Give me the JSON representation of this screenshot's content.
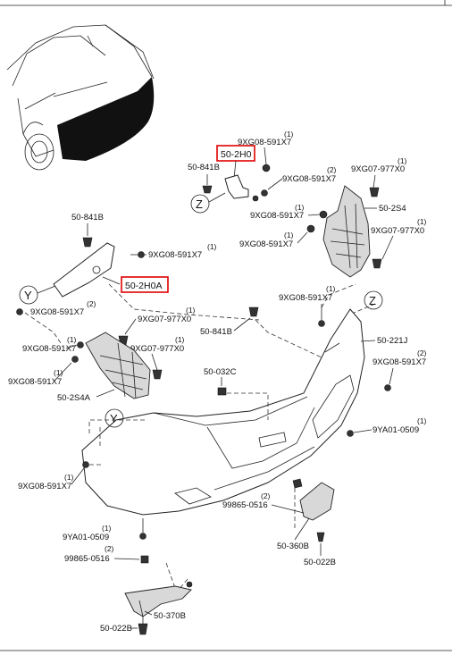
{
  "callouts": {
    "bracket_center": {
      "code": "50-2H0",
      "color": "#e00000"
    },
    "bracket_left": {
      "code": "50-2H0A",
      "color": "#e00000"
    }
  },
  "labels": {
    "xg591_top": "9XG08-591X7",
    "xg591_top_q": "(1)",
    "s841_top": "50-841B",
    "xg591_mid": "9XG08-591X7",
    "xg591_mid_q": "(2)",
    "xg977_right": "9XG07-977X0",
    "xg977_right_q": "(1)",
    "s2s4": "50-2S4",
    "xg591_r2": "9XG08-591X7",
    "xg591_r2_q": "(1)",
    "xg977_right2": "9XG07-977X0",
    "xg977_right2_q": "(1)",
    "xg591_r3": "9XG08-591X7",
    "xg591_r3_q": "(1)",
    "s841_left": "50-841B",
    "xg591_left": "9XG08-591X7",
    "xg591_left_q": "(1)",
    "xg591_left2": "9XG08-591X7",
    "xg591_left2_q": "(2)",
    "xg977_l1": "9XG07-977X0",
    "xg977_l1_q": "(1)",
    "xg977_l2": "9XG07-977X0",
    "xg977_l2_q": "(1)",
    "xg591_l3": "9XG08-591X7",
    "xg591_l3_q": "(1)",
    "xg591_l4": "9XG08-591X7",
    "xg591_l4_q": "(1)",
    "s2s4a": "50-2S4A",
    "xg591_center": "9XG08-591X7",
    "xg591_center_q": "(1)",
    "s841_center": "50-841B",
    "s221j": "50-221J",
    "xg591_rr": "9XG08-591X7",
    "xg591_rr_q": "(2)",
    "s032c": "50-032C",
    "ya01_right": "9YA01-0509",
    "ya01_right_q": "(1)",
    "xg591_bl": "9XG08-591X7",
    "xg591_bl_q": "(1)",
    "n99865_r": "99865-0516",
    "n99865_r_q": "(2)",
    "s360b": "50-360B",
    "s022b_r": "50-022B",
    "ya01_left": "9YA01-0509",
    "ya01_left_q": "(1)",
    "n99865_l": "99865-0516",
    "n99865_l_q": "(2)",
    "s370b": "50-370B",
    "s022b_l": "50-022B",
    "view_z": "Z",
    "view_y": "Y"
  }
}
